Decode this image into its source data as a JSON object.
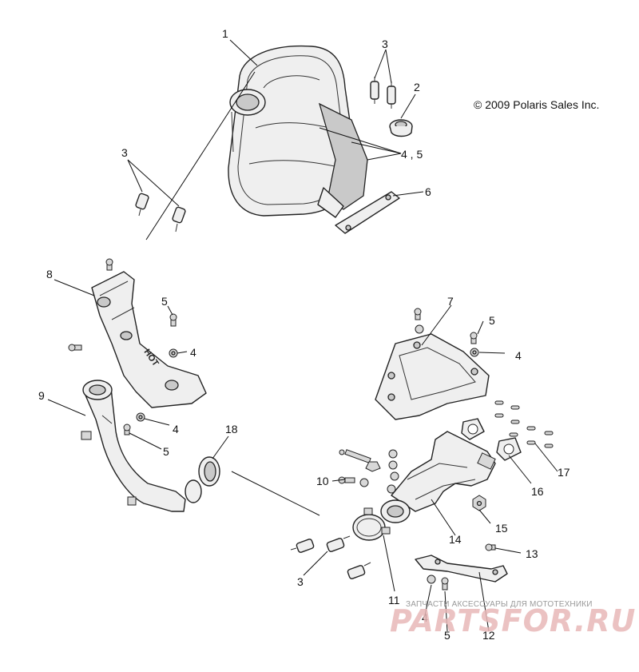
{
  "copyright": "© 2009 Polaris Sales Inc.",
  "callouts": {
    "c1": "1",
    "c2": "2",
    "c3a": "3",
    "c3b": "3",
    "c3c": "3",
    "c45": "4 , 5",
    "c6": "6",
    "c7": "7",
    "c8": "8",
    "c9": "9",
    "c5a": "5",
    "c4a": "4",
    "c4b": "4",
    "c5b": "5",
    "c5c": "5",
    "c4c": "4",
    "c18": "18",
    "c10": "10",
    "c16": "16",
    "c17": "17",
    "c15": "15",
    "c14": "14",
    "c13": "13",
    "c11": "11",
    "c4d": "4",
    "c5d": "5",
    "c12": "12"
  },
  "watermark": {
    "tagline": "ЗАПЧАСТИ АКСЕССУАРЫ ДЛЯ МОТОТЕХНИКИ",
    "logo": "PARTSFOR.RU"
  }
}
